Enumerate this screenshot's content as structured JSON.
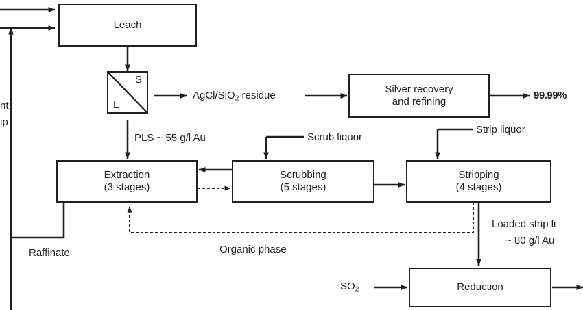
{
  "diagram": {
    "title": "Gold chloride leach / solvent-extraction flowsheet",
    "line_color": "#231f20",
    "background": "#ffffff"
  },
  "boxes": {
    "leach": {
      "line1": "Leach",
      "line2": ""
    },
    "silver_recovery": {
      "line1": "Silver recovery",
      "line2": "and refining"
    },
    "extraction": {
      "line1": "Extraction",
      "line2": "(3 stages)"
    },
    "scrubbing": {
      "line1": "Scrubbing",
      "line2": "(5 stages)"
    },
    "stripping": {
      "line1": "Stripping",
      "line2": "(4 stages)"
    },
    "reduction": {
      "line1": "Reduction",
      "line2": ""
    }
  },
  "separator": {
    "solid_label": "S",
    "liquid_label": "L"
  },
  "labels": {
    "left_cut_top": "nt",
    "left_cut_bottom": "ip",
    "residue": "AgCl/SiO",
    "residue_sub": "2",
    "residue_tail": " residue",
    "purity": "99.99%",
    "pls": "PLS ~ 55 g/l Au",
    "scrub_liquor": "Scrub liquor",
    "strip_liquor": "Strip liquor",
    "raffinate": "Raffinate",
    "organic_phase": "Organic phase",
    "loaded_strip_1": "Loaded strip li",
    "loaded_strip_2": "~ 80 g/l Au",
    "so2": "SO",
    "so2_sub": "2"
  }
}
